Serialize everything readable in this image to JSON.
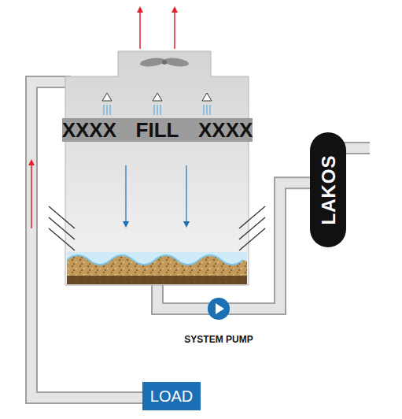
{
  "diagram": {
    "nodes": [
      {
        "text": [
          "FILL"
        ]
      },
      {
        "text": [
          "SYSTEM PUMP"
        ]
      },
      {
        "text": [
          "LAKOS"
        ]
      },
      {
        "text": [
          "LOAD"
        ]
      }
    ],
    "edges": [
      {
        "from": 1,
        "to": 2,
        "arrow": "none"
      }
    ],
    "labels": [
      "XXXX",
      "XXXX"
    ]
  }
}
